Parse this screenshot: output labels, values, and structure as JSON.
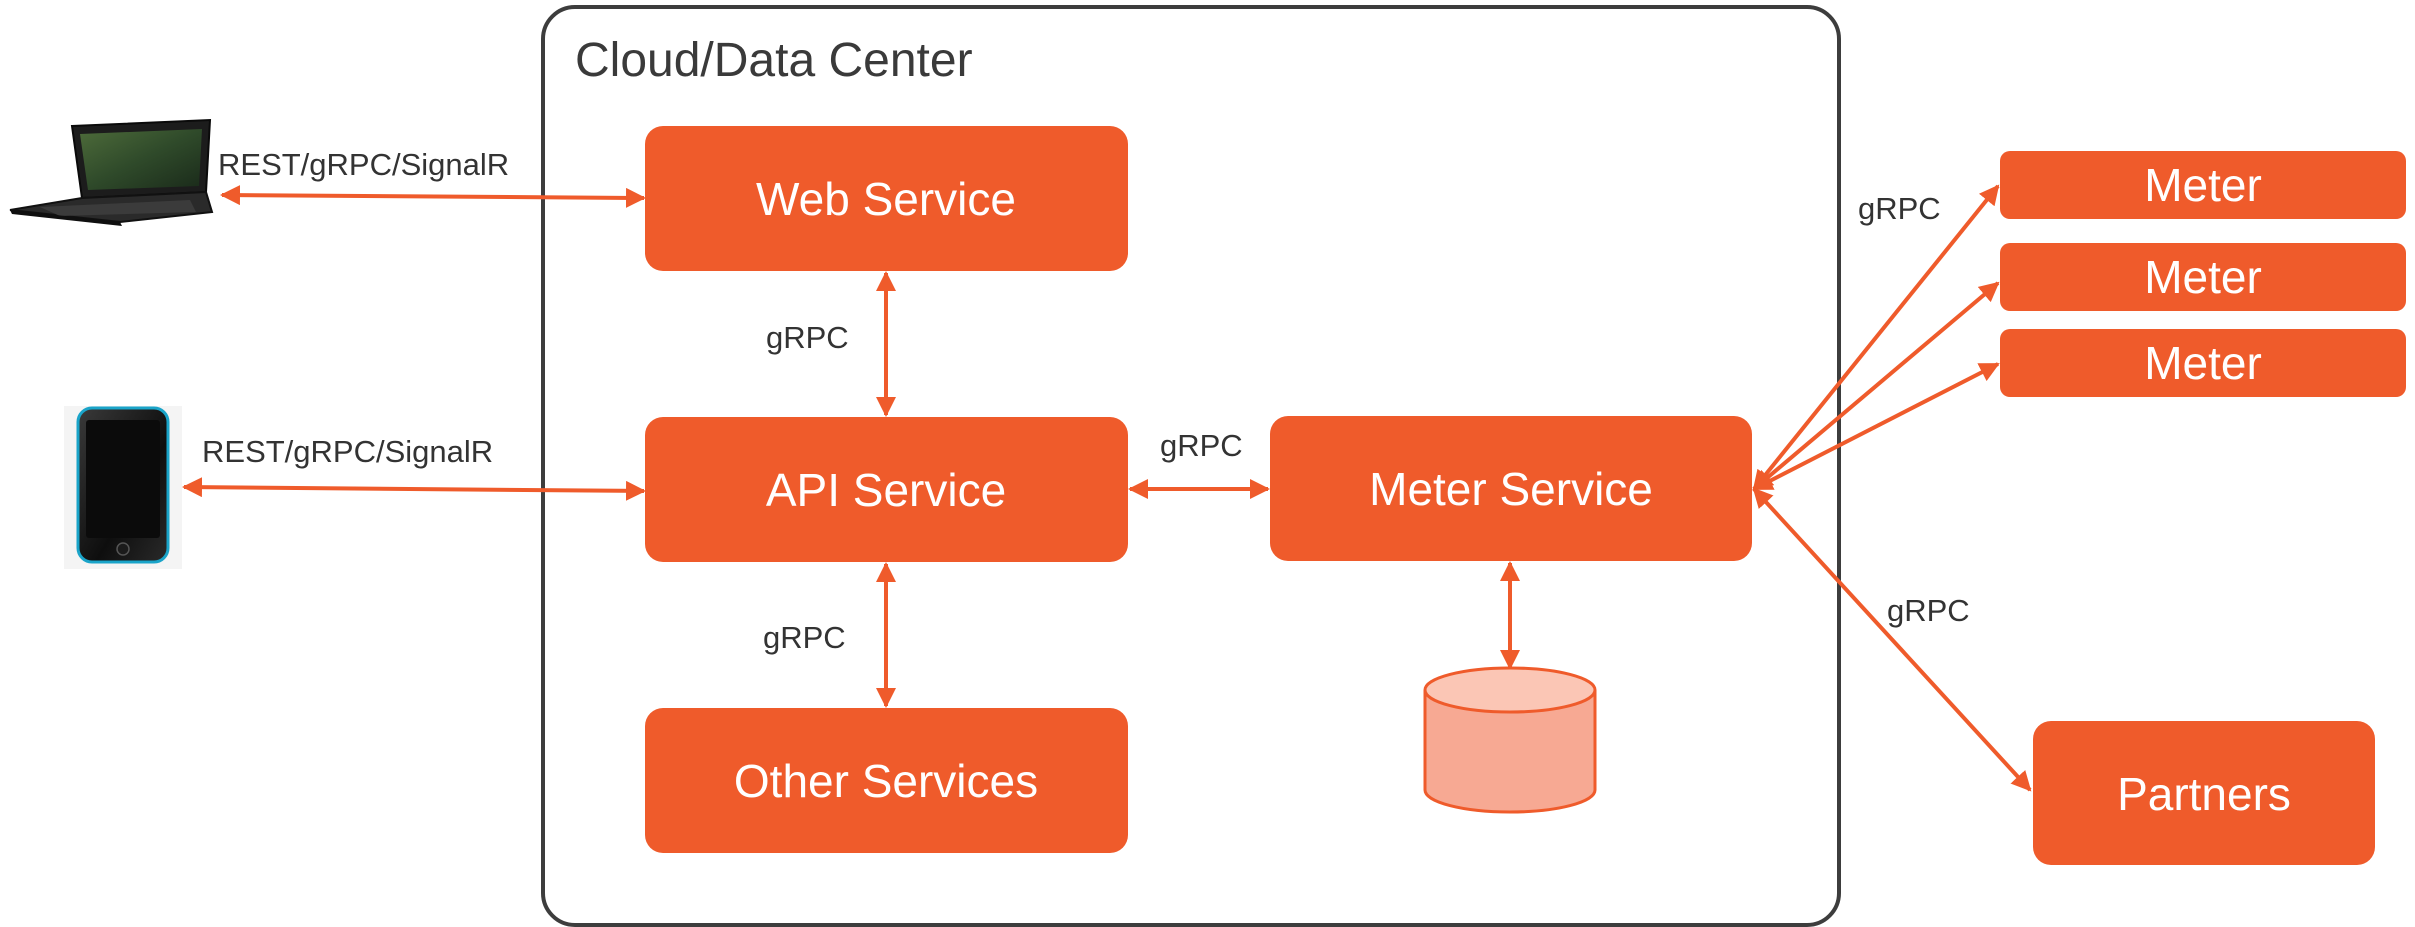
{
  "colors": {
    "accent": "#EF5B2B",
    "text_dark": "#333333",
    "container_border": "#3d3d3d",
    "database_fill": "#F7A993",
    "database_stroke": "#EF5B2B"
  },
  "container": {
    "title": "Cloud/Data Center"
  },
  "nodes": {
    "web_service": "Web Service",
    "api_service": "API Service",
    "other_services": "Other Services",
    "meter_service": "Meter Service",
    "meter_1": "Meter",
    "meter_2": "Meter",
    "meter_3": "Meter",
    "partners": "Partners"
  },
  "clients": {
    "laptop": {
      "icon": "laptop-icon"
    },
    "phone": {
      "icon": "smartphone-icon"
    },
    "database": {
      "icon": "database-icon"
    }
  },
  "edges": {
    "laptop_web": "REST/gRPC/SignalR",
    "phone_api": "REST/gRPC/SignalR",
    "web_api": "gRPC",
    "api_other": "gRPC",
    "api_meter": "gRPC",
    "meter_meters": "gRPC",
    "meter_partners": "gRPC"
  }
}
